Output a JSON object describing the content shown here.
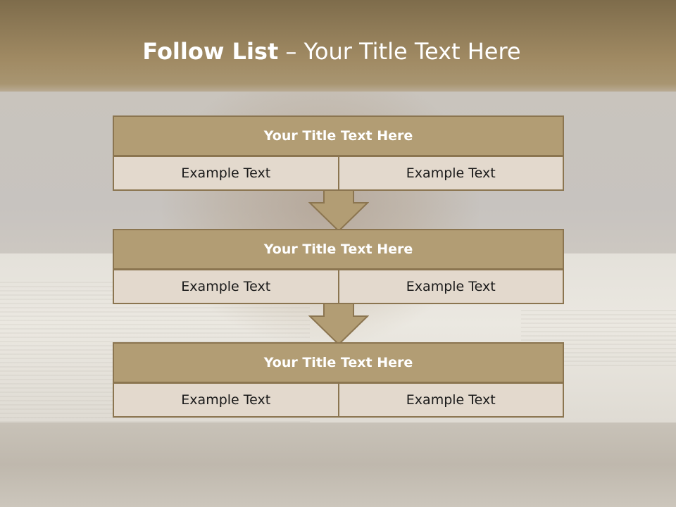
{
  "title": {
    "bold": "Follow List",
    "rest": " – Your Title Text Here"
  },
  "blocks": [
    {
      "header": "Your Title Text Here",
      "left": "Example Text",
      "right": "Example Text"
    },
    {
      "header": "Your Title Text Here",
      "left": "Example Text",
      "right": "Example Text"
    },
    {
      "header": "Your Title Text Here",
      "left": "Example Text",
      "right": "Example Text"
    }
  ],
  "colors": {
    "header_fill": "#b29d74",
    "border": "#8b7550",
    "cell_fill": "#e3d9cd",
    "arrow_fill": "#b29d74"
  }
}
